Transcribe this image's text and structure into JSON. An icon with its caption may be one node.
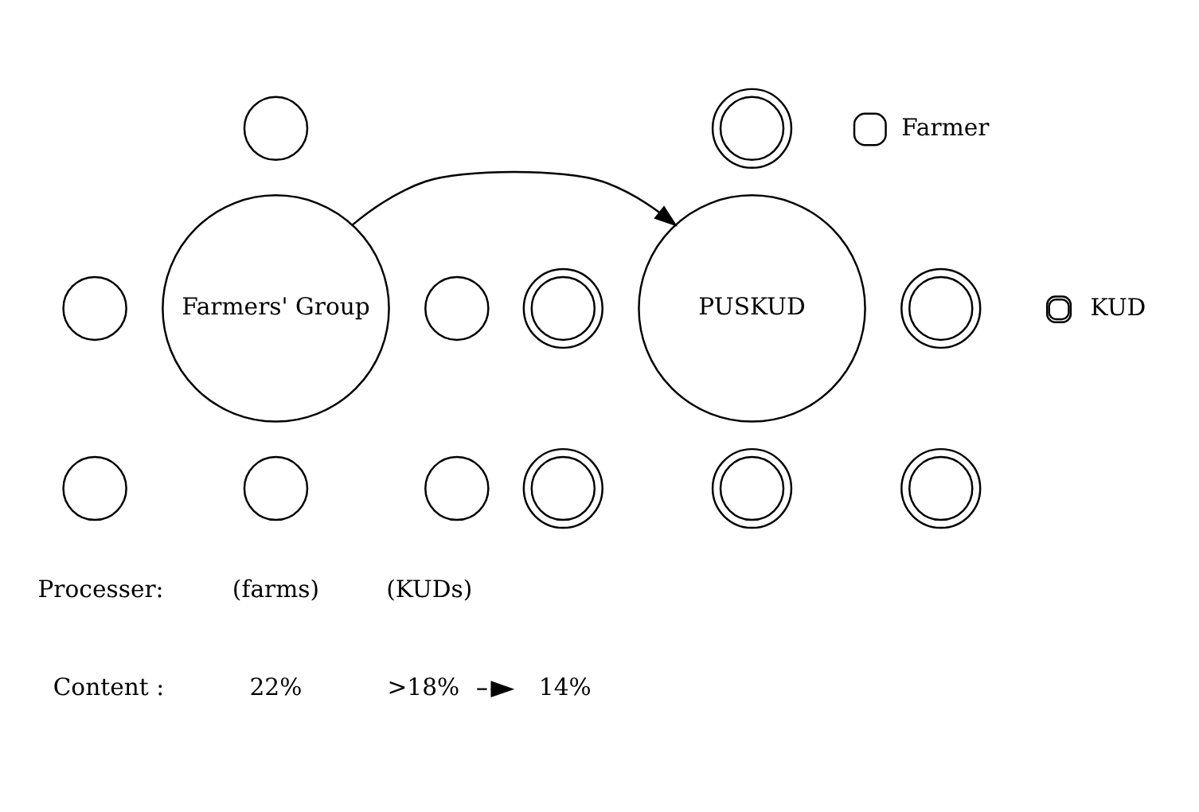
{
  "diagram": {
    "nodes": [
      {
        "text": [
          "Farmers' Group"
        ]
      },
      {
        "text": [],
        "shape": "circle"
      },
      {
        "text": [],
        "shape": "circle"
      },
      {
        "text": [],
        "shape": "circle"
      },
      {
        "text": [],
        "shape": "circle"
      },
      {
        "text": [],
        "shape": "circle"
      },
      {
        "text": [],
        "shape": "circle"
      },
      {
        "text": [
          "PUSKUD"
        ]
      },
      {
        "text": [],
        "shape": "ring"
      },
      {
        "text": [],
        "shape": "ring"
      },
      {
        "text": [],
        "shape": "ring"
      },
      {
        "text": [],
        "shape": "ring"
      },
      {
        "text": [],
        "shape": "ring"
      },
      {
        "text": [],
        "shape": "ring"
      },
      {
        "text": [
          ">18%"
        ]
      },
      {
        "text": [
          "14%"
        ]
      }
    ],
    "edges": [
      {
        "from": 0,
        "to": 7,
        "arrow": "to"
      },
      {
        "from": 14,
        "to": 15,
        "arrow": "to",
        "style": "dashed"
      }
    ],
    "labels": [
      "Processer:",
      "(farms)",
      "(KUDs)",
      "Content :",
      "22%"
    ],
    "legend": [
      {
        "text": "Farmer"
      },
      {
        "text": "KUD"
      }
    ]
  }
}
